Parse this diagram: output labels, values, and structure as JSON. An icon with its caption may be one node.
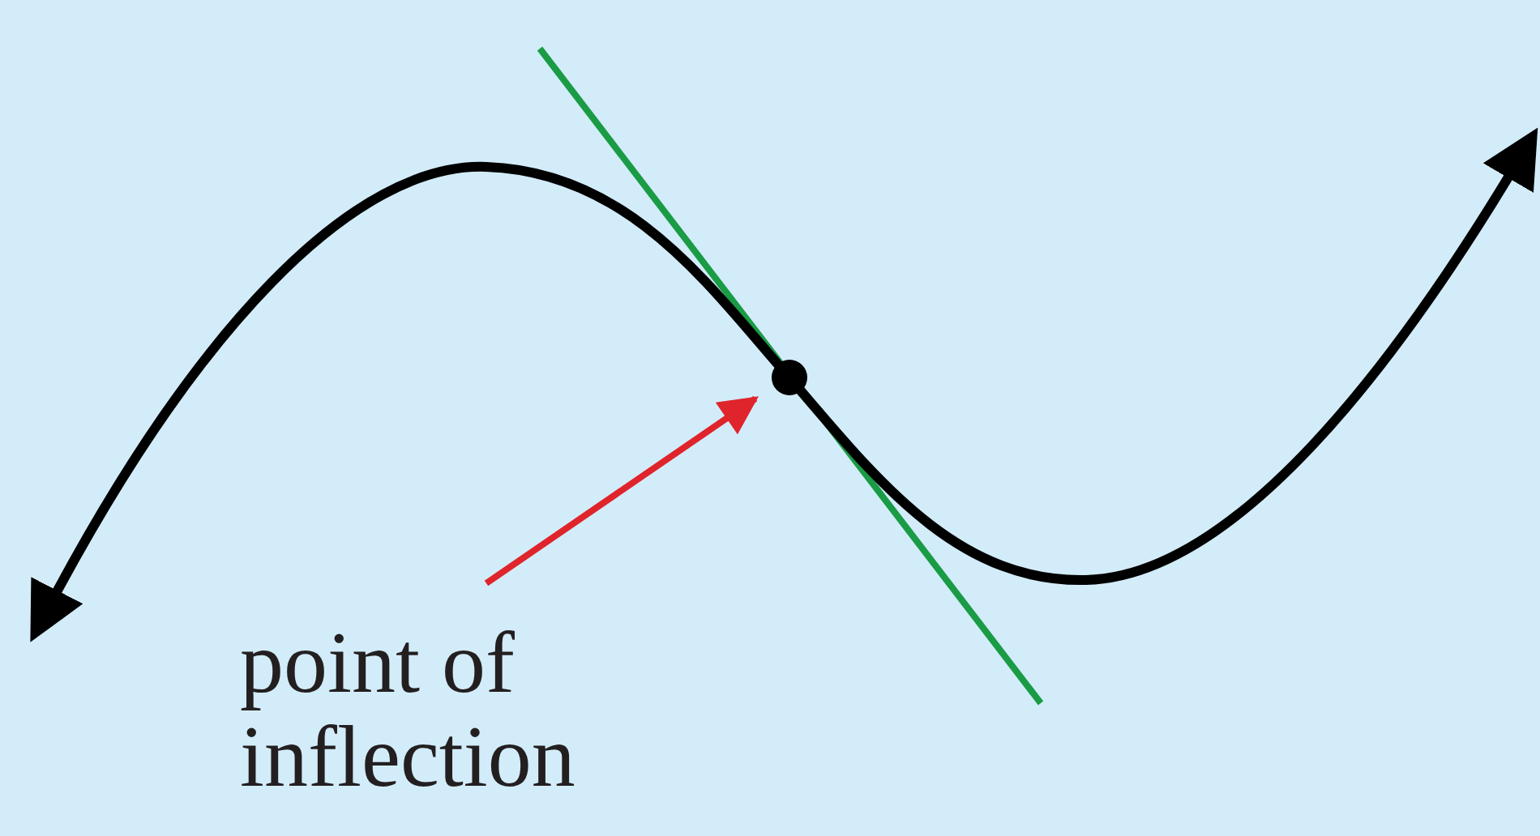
{
  "diagram": {
    "nodes": [
      {
        "text": [
          "point of inflection"
        ]
      },
      {
        "text": [],
        "shape": "circle"
      }
    ],
    "edges": [
      {
        "from": 0,
        "to": 1,
        "arrow": "to",
        "color": "#e0242b"
      }
    ]
  }
}
